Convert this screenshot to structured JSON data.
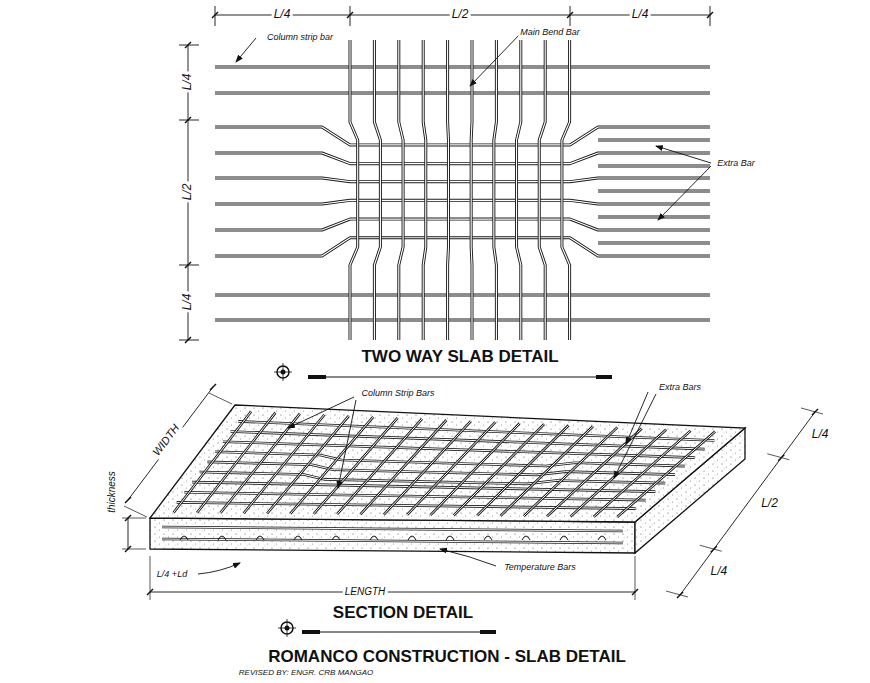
{
  "diagram": {
    "title": "ROMANCO CONSTRUCTION - SLAB DETAIL",
    "labels": [
      "L/4",
      "L/2",
      "L/4",
      "L/4",
      "L/2",
      "L/4",
      "Column strip bar",
      "Main Bend Bar",
      "Extra Bar",
      "TWO WAY SLAB DETAIL",
      "Column Strip Bars",
      "Extra Bars",
      "WIDTH",
      "thickness",
      "L/4 +Ld",
      "LENGTH",
      "Temperature Bars",
      "L/4",
      "L/2",
      "L/4",
      "SECTION DETAIL",
      "REVISED BY: ENGR. CRB MANGAO"
    ]
  }
}
